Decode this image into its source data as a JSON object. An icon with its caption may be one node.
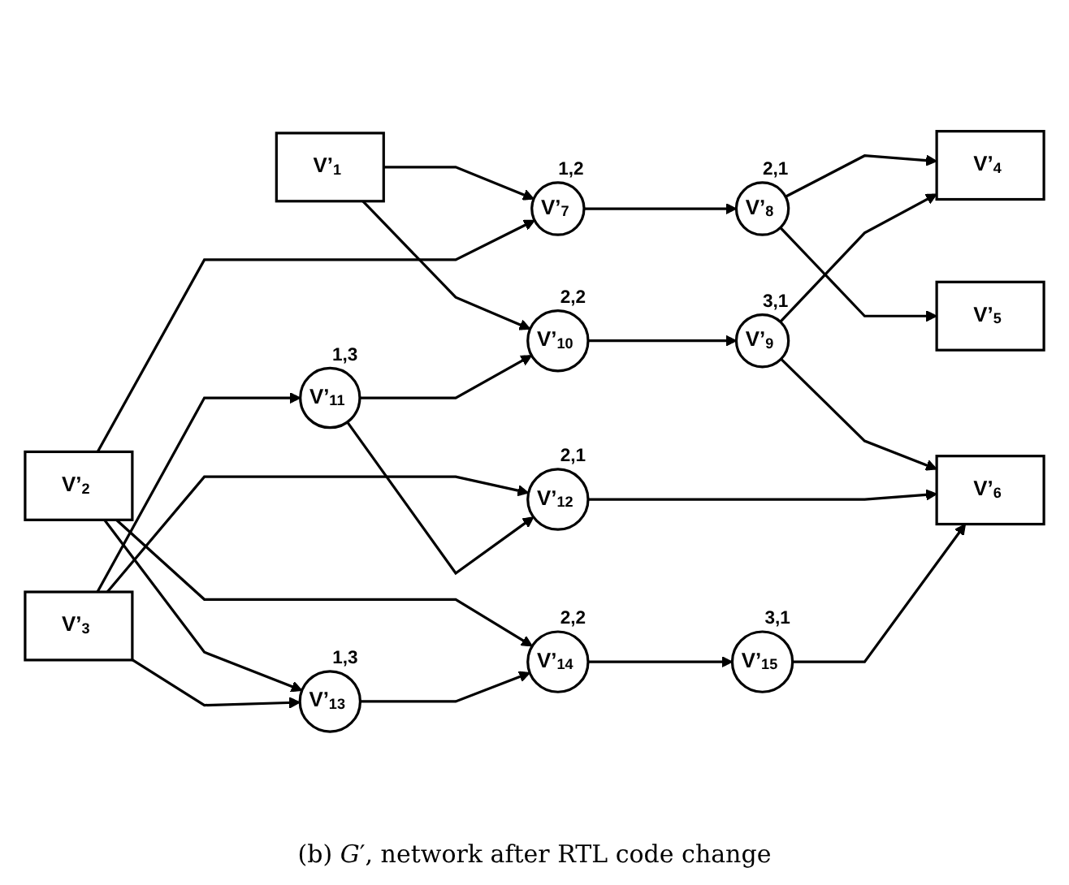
{
  "diagram": {
    "caption": "(b) *G*′, network after RTL code change",
    "nodes": [
      {
        "text": [
          "V’$_{1}$"
        ]
      },
      {
        "text": [
          "V’$_{2}$"
        ]
      },
      {
        "text": [
          "V’$_{3}$"
        ]
      },
      {
        "text": [
          "V’$_{7}$"
        ],
        "beside": [
          "1,2"
        ]
      },
      {
        "text": [
          "V’$_{11}$"
        ],
        "beside": [
          "1,3"
        ]
      },
      {
        "text": [
          "V’$_{13}$"
        ],
        "beside": [
          "1,3"
        ]
      },
      {
        "text": [
          "V’$_{8}$"
        ],
        "beside": [
          "2,1"
        ]
      },
      {
        "text": [
          "V’$_{10}$"
        ],
        "beside": [
          "2,2"
        ]
      },
      {
        "text": [
          "V’$_{12}$"
        ],
        "beside": [
          "2,1"
        ]
      },
      {
        "text": [
          "V’$_{14}$"
        ],
        "beside": [
          "2,2"
        ]
      },
      {
        "text": [
          "V’$_{9}$"
        ],
        "beside": [
          "3,1"
        ]
      },
      {
        "text": [
          "V’$_{15}$"
        ],
        "beside": [
          "3,1"
        ]
      },
      {
        "text": [
          "V’$_{4}$"
        ]
      },
      {
        "text": [
          "V’$_{5}$"
        ]
      },
      {
        "text": [
          "V’$_{6}$"
        ]
      }
    ],
    "edges": [
      {
        "from": 0,
        "to": 3,
        "arrow": "to"
      },
      {
        "from": 0,
        "to": 7,
        "arrow": "to"
      },
      {
        "from": 1,
        "to": 3,
        "arrow": "to"
      },
      {
        "from": 1,
        "to": 5,
        "arrow": "to"
      },
      {
        "from": 1,
        "to": 9,
        "arrow": "to"
      },
      {
        "from": 2,
        "to": 4,
        "arrow": "to"
      },
      {
        "from": 2,
        "to": 8,
        "arrow": "to"
      },
      {
        "from": 2,
        "to": 5,
        "arrow": "to"
      },
      {
        "from": 3,
        "to": 6,
        "arrow": "to"
      },
      {
        "from": 6,
        "to": 12,
        "arrow": "to"
      },
      {
        "from": 6,
        "to": 13,
        "arrow": "to"
      },
      {
        "from": 4,
        "to": 7,
        "arrow": "to"
      },
      {
        "from": 4,
        "to": 8,
        "arrow": "to"
      },
      {
        "from": 7,
        "to": 10,
        "arrow": "to"
      },
      {
        "from": 10,
        "to": 12,
        "arrow": "to"
      },
      {
        "from": 10,
        "to": 14,
        "arrow": "to"
      },
      {
        "from": 8,
        "to": 14,
        "arrow": "to"
      },
      {
        "from": 5,
        "to": 9,
        "arrow": "to"
      },
      {
        "from": 9,
        "to": 11,
        "arrow": "to"
      },
      {
        "from": 11,
        "to": 14,
        "arrow": "to"
      }
    ]
  }
}
